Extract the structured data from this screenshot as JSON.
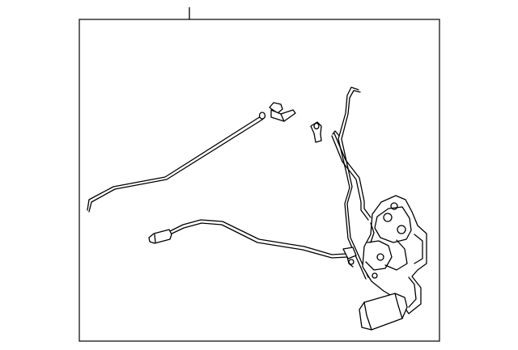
{
  "diagram": {
    "callout_label": "",
    "parts": [
      {
        "id": "outside-handle-rod",
        "icon": "rod"
      },
      {
        "id": "rod-clip",
        "icon": "clip"
      },
      {
        "id": "small-clip",
        "icon": "clip"
      },
      {
        "id": "lock-rods",
        "icon": "rod"
      },
      {
        "id": "inside-handle-cable",
        "icon": "cable"
      },
      {
        "id": "latch-assembly",
        "icon": "latch"
      },
      {
        "id": "actuator-motor",
        "icon": "motor"
      }
    ]
  }
}
